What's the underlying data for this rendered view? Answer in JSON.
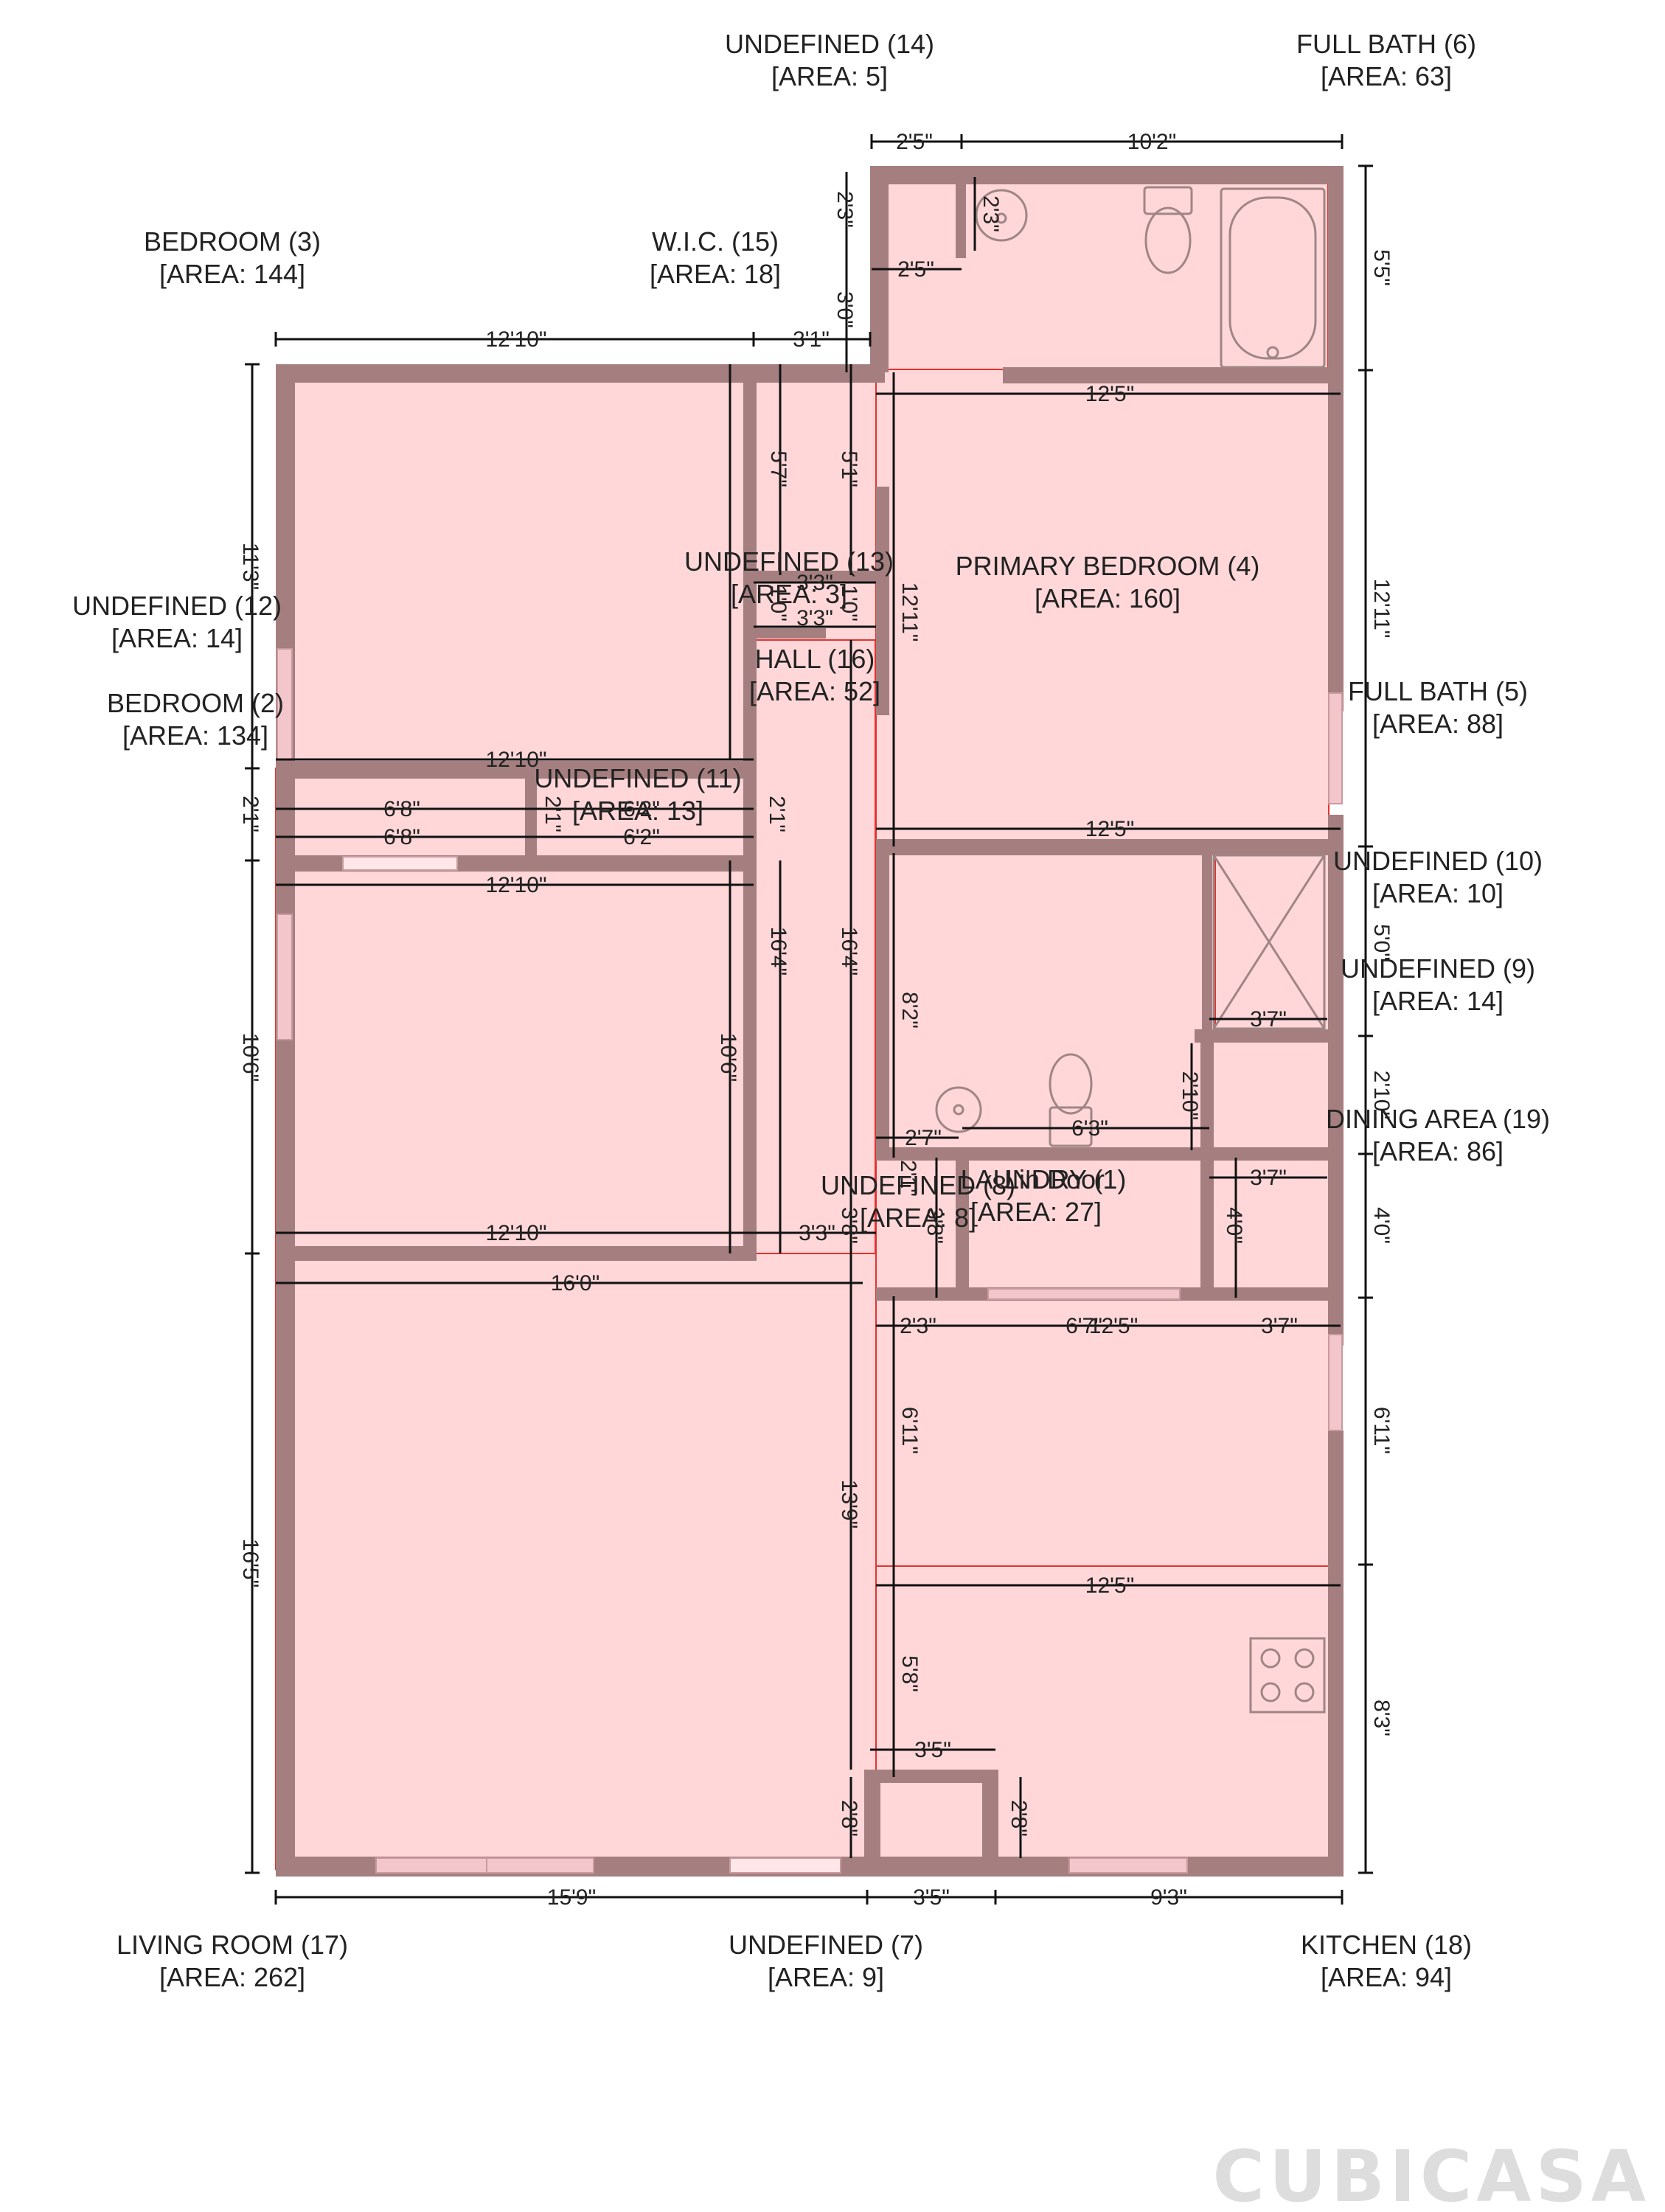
{
  "rooms": {
    "bedroom_3": {
      "name": "BEDROOM (3)",
      "area": "[AREA: 144]"
    },
    "wic_15": {
      "name": "W.I.C. (15)",
      "area": "[AREA: 18]"
    },
    "undefined_14": {
      "name": "UNDEFINED (14)",
      "area": "[AREA: 5]"
    },
    "full_bath_6": {
      "name": "FULL BATH (6)",
      "area": "[AREA: 63]"
    },
    "undefined_12": {
      "name": "UNDEFINED (12)",
      "area": "[AREA: 14]"
    },
    "bedroom_2": {
      "name": "BEDROOM (2)",
      "area": "[AREA: 134]"
    },
    "undefined_13": {
      "name": "UNDEFINED (13)",
      "area": "[AREA: 3]"
    },
    "hall_16": {
      "name": "HALL (16)",
      "area": "[AREA: 52]"
    },
    "primary_bedroom_4": {
      "name": "PRIMARY BEDROOM (4)",
      "area": "[AREA: 160]"
    },
    "full_bath_5": {
      "name": "FULL BATH (5)",
      "area": "[AREA: 88]"
    },
    "undefined_11": {
      "name": "UNDEFINED (11)",
      "area": "[AREA: 13]"
    },
    "undefined_10": {
      "name": "UNDEFINED (10)",
      "area": "[AREA: 10]"
    },
    "undefined_9": {
      "name": "UNDEFINED (9)",
      "area": "[AREA: 14]"
    },
    "dining_area_19": {
      "name": "DINING AREA (19)",
      "area": "[AREA: 86]"
    },
    "undefined_8": {
      "name": "UNDEFINED (8)",
      "area": "[AREA: 8]"
    },
    "laundry_1": {
      "name": "LAUNDRY (1)",
      "area": "[AREA: 27]"
    },
    "living_room_17": {
      "name": "LIVING ROOM (17)",
      "area": "[AREA: 262]"
    },
    "undefined_7": {
      "name": "UNDEFINED (7)",
      "area": "[AREA: 9]"
    },
    "kitchen_18": {
      "name": "KITCHEN (18)",
      "area": "[AREA: 94]"
    }
  },
  "dimensions": {
    "top_2_5": "2'5\"",
    "top_10_2": "10'2\"",
    "top_12_10": "12'10\"",
    "top_3_1": "3'1\"",
    "wic_2_3": "2'3\"",
    "wic_3_0": "3'0\"",
    "b14_2_3": "2'3\"",
    "b14_2_5": "2'5\"",
    "right_5_5": "5'5\"",
    "pb_12_5_top": "12'5\"",
    "left_11_3": "11'3\"",
    "wic_5_7": "5'7\"",
    "hall_5_1": "5'1\"",
    "u13_3_3": "3'3\"",
    "u13_3_3b": "3'3\"",
    "u13_1_0a": "1'0\"",
    "u13_1_0b": "1'0\"",
    "pb_12_11": "12'11\"",
    "right_12_11": "12'11\"",
    "b3_12_10_bottom": "12'10\"",
    "left_2_1": "2'1\"",
    "u12_6_8a": "6'8\"",
    "u12_6_8b": "6'8\"",
    "u11_6_2a": "6'2\"",
    "u11_6_2b": "6'2\"",
    "u11_2_1": "2'1\"",
    "hall_2_1": "2'1\"",
    "pb_12_5_bottom": "12'5\"",
    "b2_12_10_top": "12'10\"",
    "b2_16_4": "16'4\"",
    "hall_16_4": "16'4\"",
    "left_10_6": "10'6\"",
    "b2_10_6": "10'6\"",
    "fb5_8_2": "8'2\"",
    "fb5_5_0": "5'0\"",
    "fb5_3_7": "3'7\"",
    "fb5_2_10": "2'10\"",
    "right_2_10": "2'10\"",
    "fb5_6_3": "6'3\"",
    "fb5_2_7": "2'7\"",
    "u9_3_7": "3'7\"",
    "u9_4_0": "4'0\"",
    "right_4_0": "4'0\"",
    "u8_3_8a": "3'8\"",
    "u8_3_8b": "3'8\"",
    "u8_2_1": "2'1\"",
    "b2_12_10_bottom": "12'10\"",
    "hall_3_3": "3'3\"",
    "lr_16_0": "16'0\"",
    "da_2_3": "2'3\"",
    "da_6_7": "6'7\"",
    "da_12_5": "12'5\"",
    "da_3_7": "3'7\"",
    "da_6_11": "6'11\"",
    "right_6_11": "6'11\"",
    "k_12_5": "12'5\"",
    "lr_13_9": "13'9\"",
    "left_16_5": "16'5\"",
    "k_5_8": "5'8\"",
    "right_8_3": "8'3\"",
    "u7_3_5": "3'5\"",
    "u7_2_8a": "2'8\"",
    "u7_2_8b": "2'8\"",
    "bot_15_9": "15'9\"",
    "bot_3_5": "3'5\"",
    "bot_9_3": "9'3\""
  },
  "door_label": "Lin Door",
  "logo_text": "CUBICASA",
  "colors": {
    "room_fill": "#ffd7d9",
    "wall": "#a57f7f",
    "line": "#e4332f",
    "dim_line": "#111111",
    "fixture": "#a08585"
  }
}
